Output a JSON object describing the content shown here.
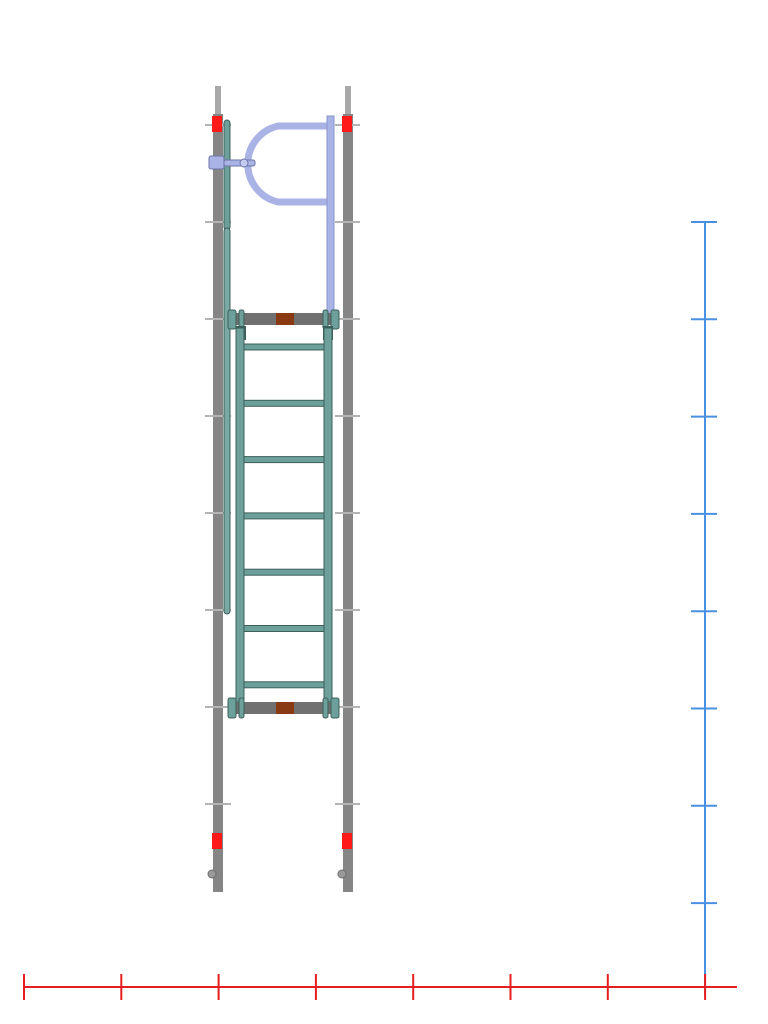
{
  "drawing": {
    "kind": "scaffold-ladder-elevation-view",
    "colors": {
      "post": "#858585",
      "post_dark": "#6e6e6e",
      "ledger_tick": "#b4b4b4",
      "ladder_rail": "#5f8f8a",
      "ladder_rung": "#6da09a",
      "ladder_dark": "#3d5f5b",
      "bracket": "#707070",
      "bracket_pad": "#8a3a12",
      "marker": "#ff1a1a",
      "guard_rail": "#a9b3e6",
      "guard_rail_dark": "#8a93c8",
      "ruler_vertical": "#4a90e2",
      "ruler_horizontal": "#e51f1f"
    },
    "ladder_rung_count": 7,
    "ruler_vertical_ticks": 8,
    "ruler_horizontal_ticks": 8
  }
}
